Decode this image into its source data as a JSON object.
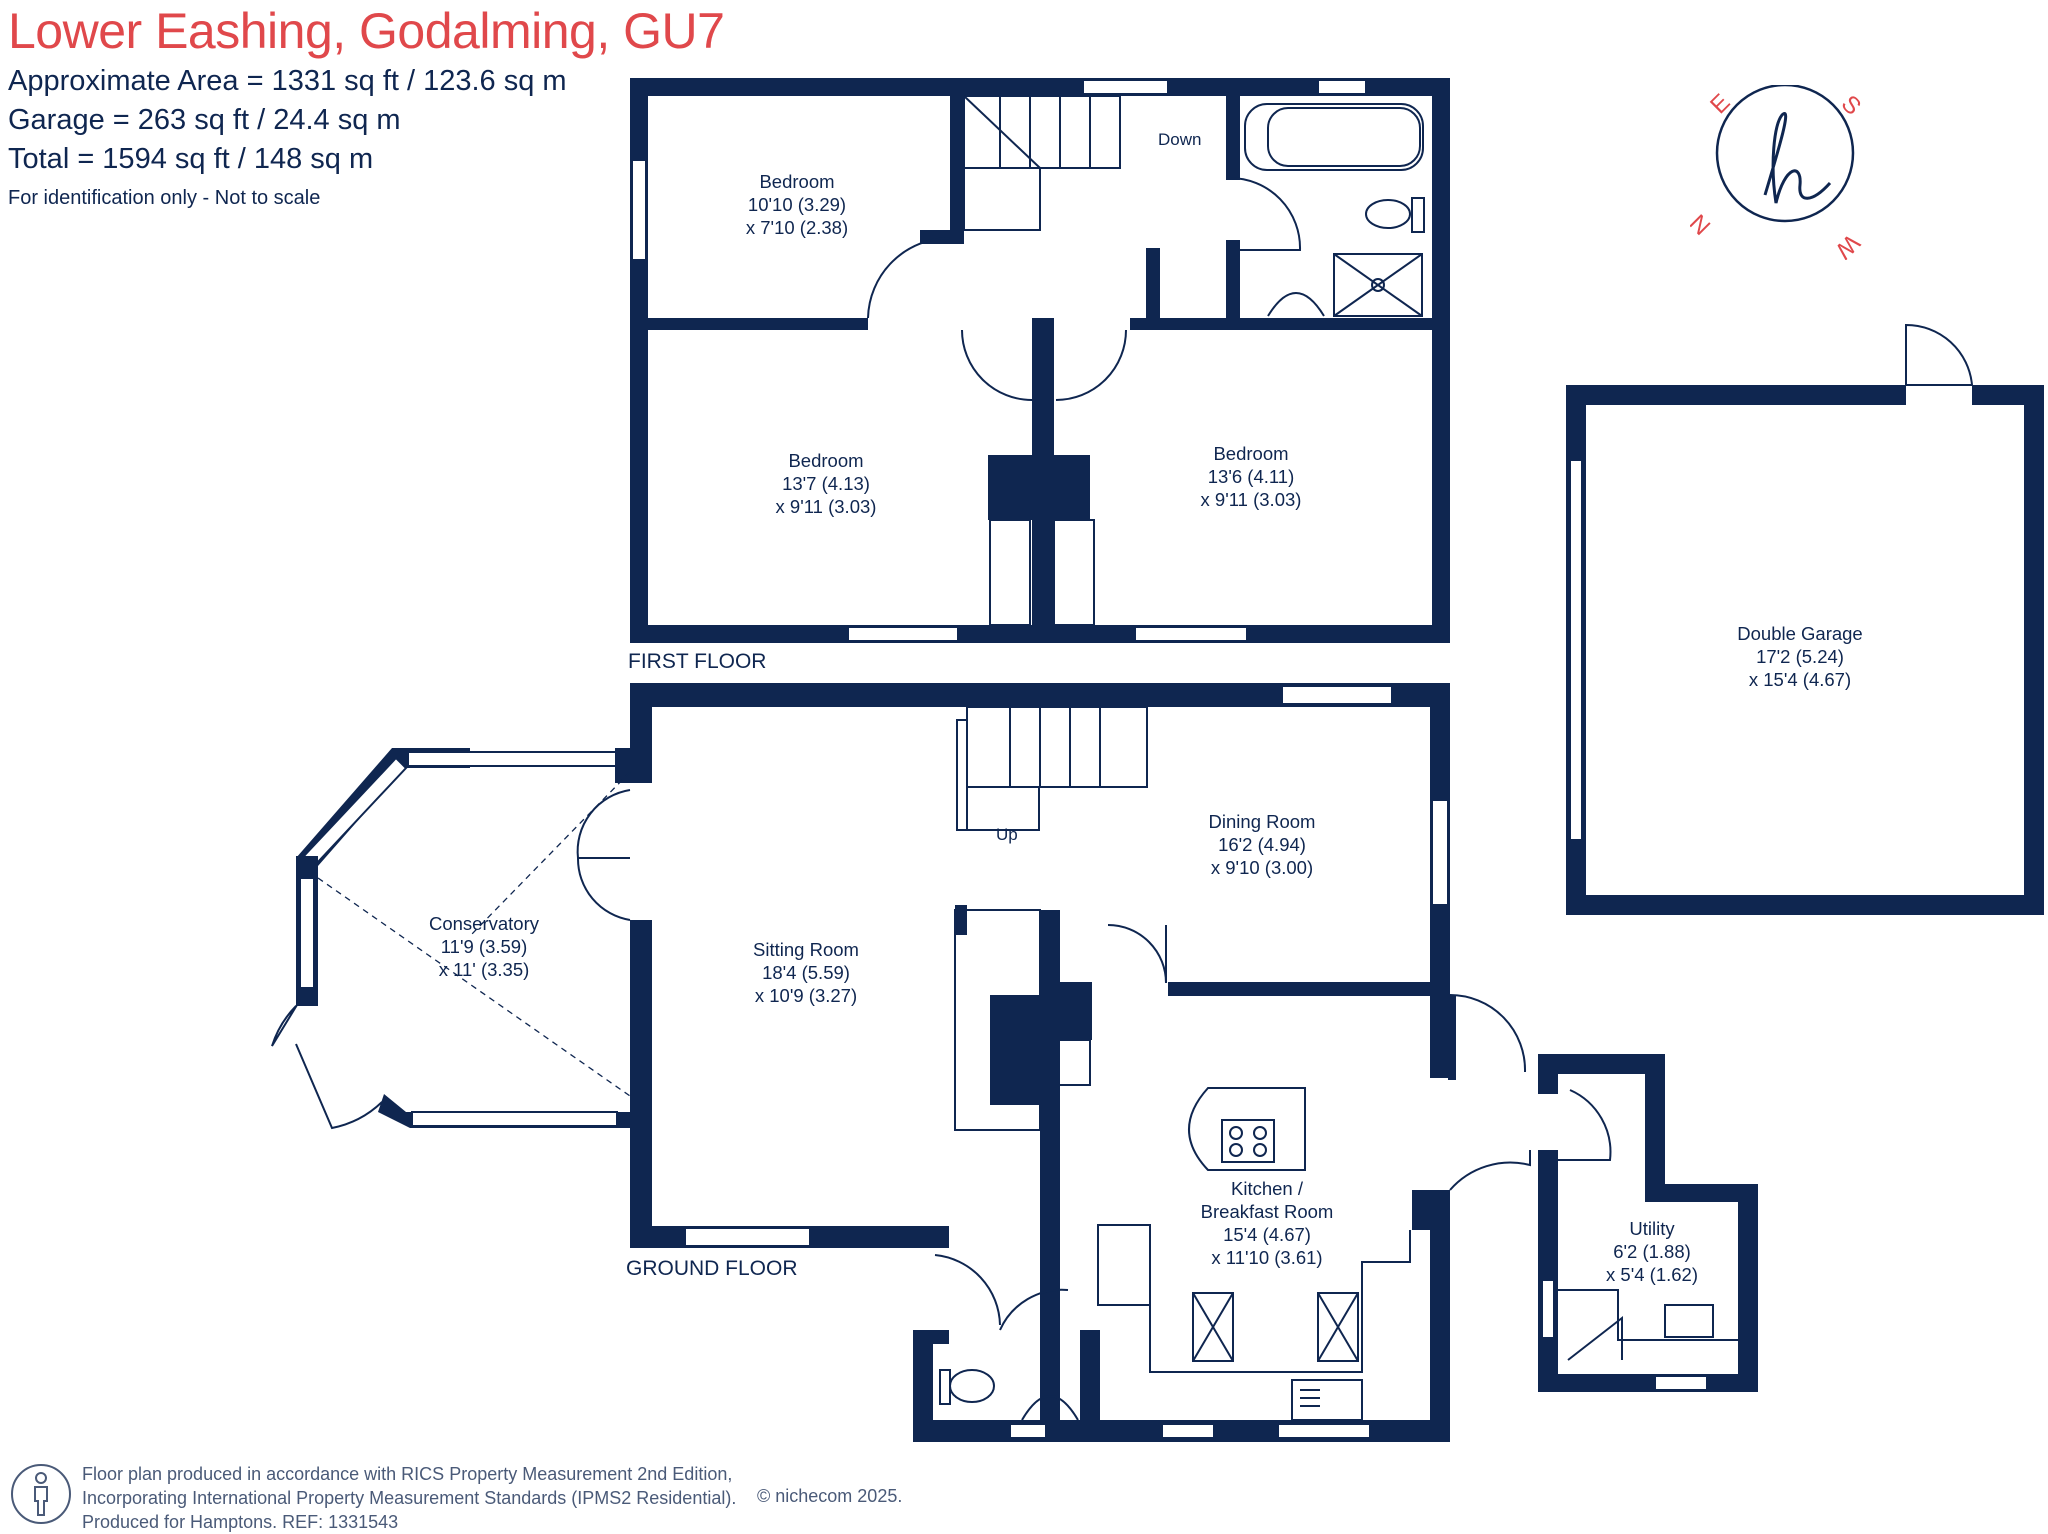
{
  "header": {
    "title": "Lower Eashing, Godalming, GU7",
    "area": "Approximate Area = 1331 sq ft / 123.6 sq m",
    "garage": "Garage = 263 sq ft / 24.4 sq m",
    "total": "Total = 1594 sq ft / 148 sq m",
    "disclaimer": "For identification only - Not to scale"
  },
  "compass": {
    "n": "N",
    "e": "E",
    "s": "S",
    "w": "W"
  },
  "floors": {
    "first": "FIRST FLOOR",
    "ground": "GROUND FLOOR"
  },
  "rooms": {
    "bed1": {
      "name": "Bedroom",
      "dim1": "10'10 (3.29)",
      "dim2": "x 7'10 (2.38)"
    },
    "bed2": {
      "name": "Bedroom",
      "dim1": "13'7 (4.13)",
      "dim2": "x 9'11 (3.03)"
    },
    "bed3": {
      "name": "Bedroom",
      "dim1": "13'6 (4.11)",
      "dim2": "x 9'11 (3.03)"
    },
    "garage": {
      "name": "Double Garage",
      "dim1": "17'2 (5.24)",
      "dim2": "x 15'4 (4.67)"
    },
    "dining": {
      "name": "Dining Room",
      "dim1": "16'2 (4.94)",
      "dim2": "x 9'10 (3.00)"
    },
    "conservatory": {
      "name": "Conservatory",
      "dim1": "11'9 (3.59)",
      "dim2": "x 11' (3.35)"
    },
    "sitting": {
      "name": "Sitting Room",
      "dim1": "18'4 (5.59)",
      "dim2": "x 10'9 (3.27)"
    },
    "kitchen": {
      "name": "Kitchen /",
      "name2": "Breakfast Room",
      "dim1": "15'4 (4.67)",
      "dim2": "x 11'10 (3.61)"
    },
    "utility": {
      "name": "Utility",
      "dim1": "6'2 (1.88)",
      "dim2": "x 5'4 (1.62)"
    }
  },
  "labels": {
    "down": "Down",
    "up": "Up"
  },
  "footer": {
    "line1": "Floor plan produced in accordance with RICS Property Measurement 2nd Edition,",
    "line2": "Incorporating International Property Measurement Standards (IPMS2 Residential).",
    "line3": "Produced for Hamptons.  REF: 1331543",
    "copyright": "© nichecom 2025."
  },
  "colors": {
    "wall": "#0f2650",
    "title": "#e0484b"
  }
}
